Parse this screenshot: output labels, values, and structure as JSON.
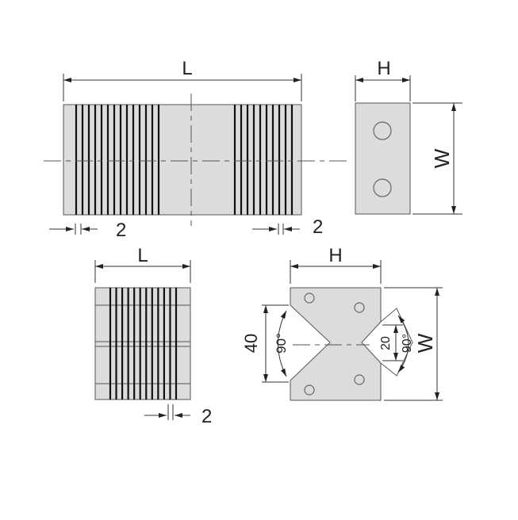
{
  "top_view": {
    "length_label": "L",
    "pitch_label": "2",
    "groove_count_left": 14,
    "groove_count_right": 10
  },
  "side_view": {
    "height_label": "H",
    "width_label": "W"
  },
  "small_view": {
    "length_label": "L",
    "pitch_label": "2",
    "groove_count": 12
  },
  "v_view": {
    "height_label": "H",
    "width_label": "W",
    "large_v_label": "40",
    "large_angle_label": "90°",
    "small_v_label": "20",
    "small_angle_label": "90°"
  }
}
